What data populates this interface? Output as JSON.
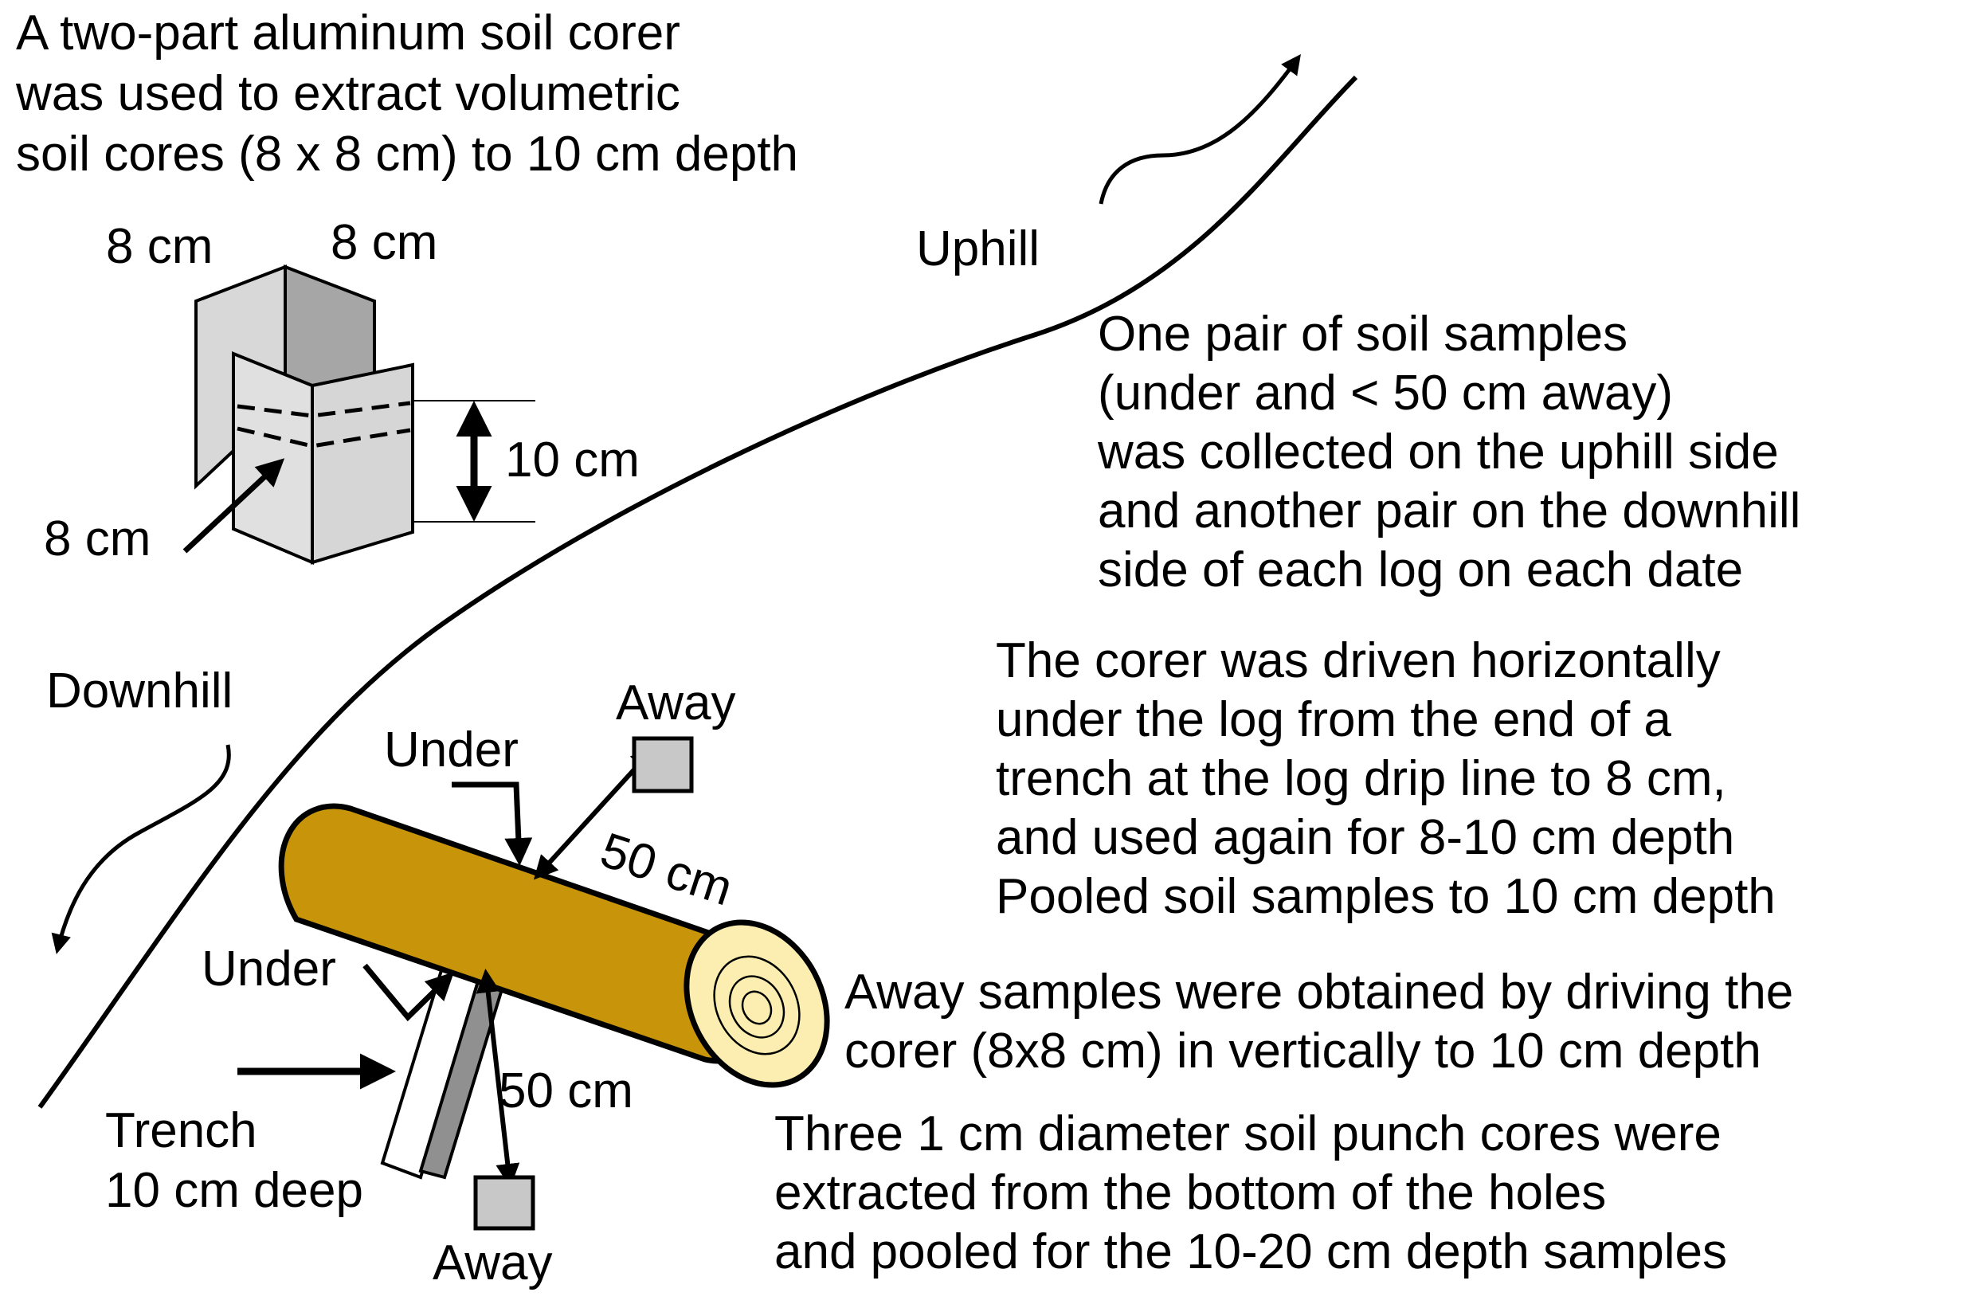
{
  "corer_note": [
    "A two-part aluminum soil corer",
    "was used to extract volumetric",
    "soil cores (8 x 8 cm) to 10 cm depth"
  ],
  "corer": {
    "width_label_left": "8 cm",
    "width_label_right": "8 cm",
    "depth_label": "10 cm",
    "side_label": "8 cm"
  },
  "slope": {
    "uphill_label": "Uphill",
    "downhill_label": "Downhill"
  },
  "pair_note": [
    "One pair of soil samples",
    "(under and < 50 cm away)",
    "was collected on the uphill side",
    "and another pair on the downhill",
    "side of each log on each date"
  ],
  "horizontal_note": [
    "The corer was driven horizontally",
    "under the log from the end of a",
    "trench at the log drip line to 8 cm,",
    "and used again for 8-10 cm depth",
    "Pooled soil samples to 10 cm depth"
  ],
  "away_note": [
    "Away samples were obtained by driving the",
    "corer (8x8 cm) in vertically to 10 cm depth"
  ],
  "punch_note": [
    "Three 1 cm diameter soil punch cores were",
    "extracted from the bottom of the holes",
    "and pooled for the 10-20 cm depth samples"
  ],
  "log_diagram": {
    "under_upper": "Under",
    "away_upper": "Away",
    "distance_upper": "50 cm",
    "under_lower": "Under",
    "distance_lower": "50 cm",
    "away_lower": "Away",
    "trench_label": [
      "Trench",
      "10 cm deep"
    ]
  },
  "colors": {
    "log_bark": "#c8940a",
    "log_end": "#fbeeb0",
    "corer_light": "#d8d8d8",
    "corer_dark": "#a6a6a6",
    "sample_box": "#c8c8c8",
    "trench_fill": "#909090"
  }
}
